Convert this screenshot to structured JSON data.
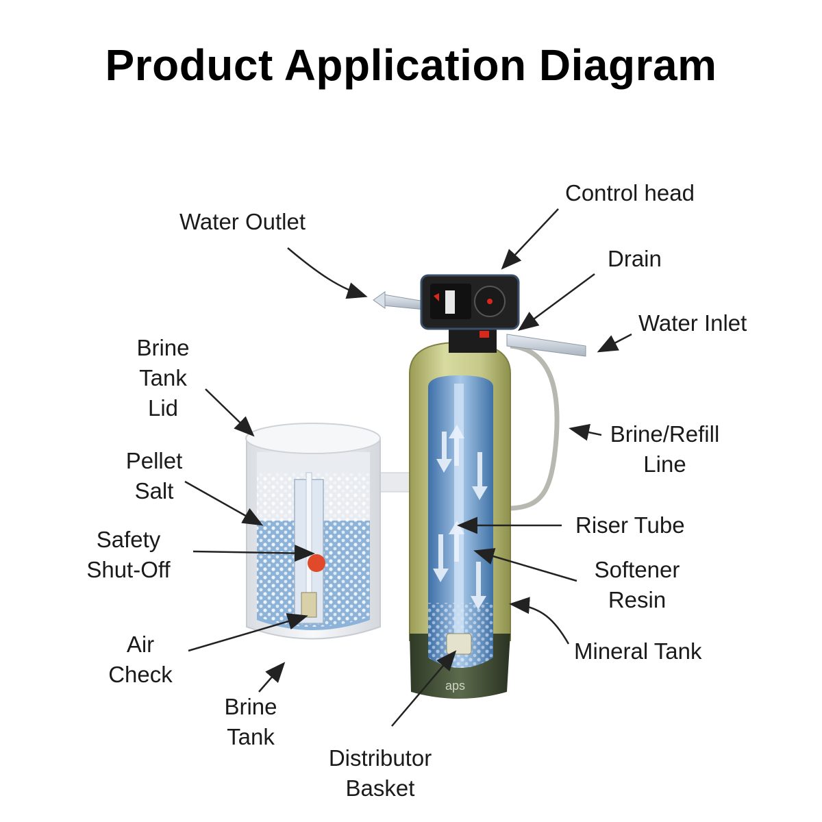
{
  "title": "Product Application Diagram",
  "labels": {
    "control_head": "Control head",
    "water_outlet": "Water Outlet",
    "drain": "Drain",
    "water_inlet": "Water Inlet",
    "brine_tank_lid": [
      "Brine",
      "Tank",
      "Lid"
    ],
    "pellet_salt": [
      "Pellet",
      "Salt"
    ],
    "safety_shutoff": [
      "Safety",
      "Shut-Off"
    ],
    "air_check": [
      "Air",
      "Check"
    ],
    "brine_tank": [
      "Brine",
      "Tank"
    ],
    "brine_refill_line": [
      "Brine/Refill",
      "Line"
    ],
    "riser_tube": "Riser Tube",
    "softener_resin": [
      "Softener",
      "Resin"
    ],
    "mineral_tank": "Mineral Tank",
    "distributor_basket": [
      "Distributor",
      "Basket"
    ]
  },
  "tank_base_text": "aps"
}
